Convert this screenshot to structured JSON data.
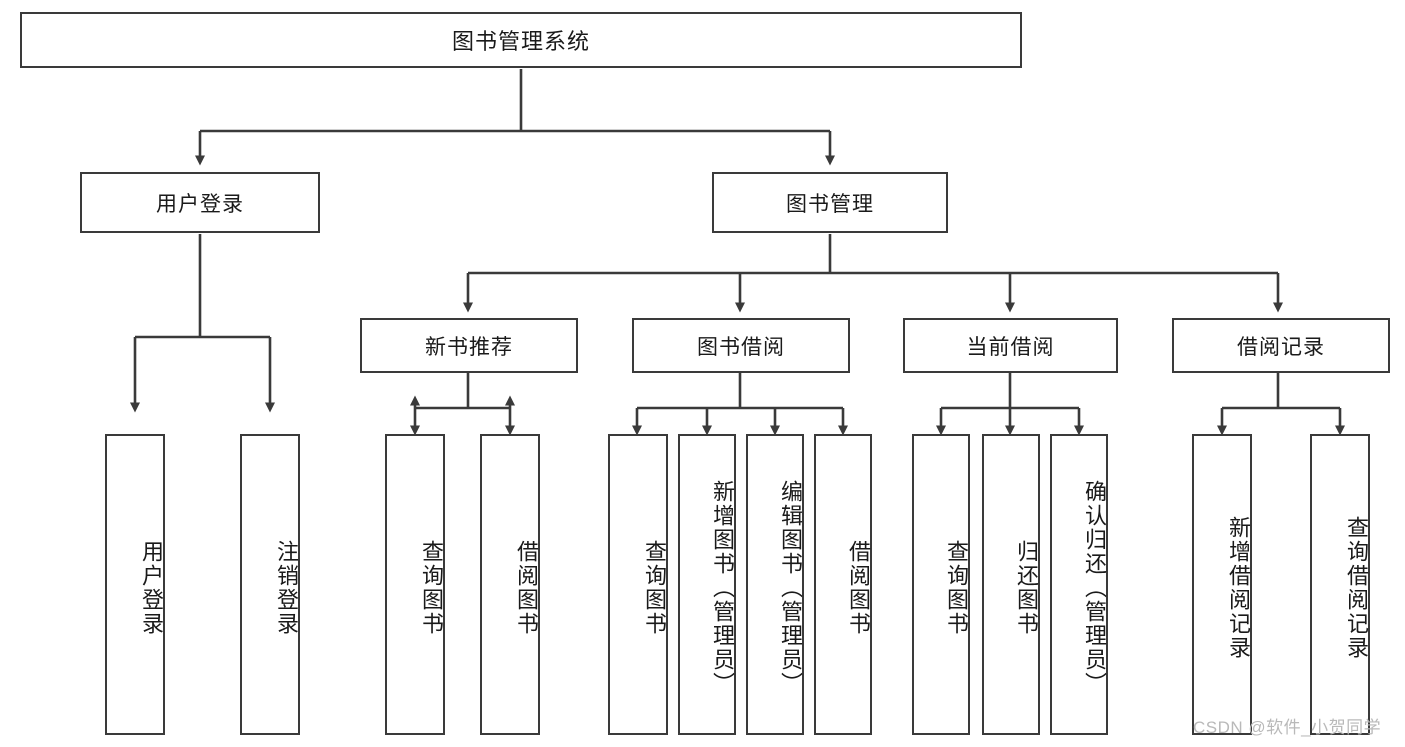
{
  "diagram": {
    "title": "图书管理系统",
    "type": "tree",
    "root": {
      "label": "图书管理系统"
    },
    "level1": [
      {
        "label": "用户登录"
      },
      {
        "label": "图书管理"
      }
    ],
    "level2": [
      {
        "label": "新书推荐"
      },
      {
        "label": "图书借阅"
      },
      {
        "label": "当前借阅"
      },
      {
        "label": "借阅记录"
      }
    ],
    "leaves": {
      "user_login": [
        {
          "label": "用户登录"
        },
        {
          "label": "注销登录"
        }
      ],
      "new_book_recommend": [
        {
          "label": "查询图书"
        },
        {
          "label": "借阅图书"
        }
      ],
      "book_borrow": [
        {
          "label": "查询图书"
        },
        {
          "label": "新增图书（管理员）"
        },
        {
          "label": "编辑图书（管理员）"
        },
        {
          "label": "借阅图书"
        }
      ],
      "current_borrow": [
        {
          "label": "查询图书"
        },
        {
          "label": "归还图书"
        },
        {
          "label": "确认归还（管理员）"
        }
      ],
      "borrow_record": [
        {
          "label": "新增借阅记录"
        },
        {
          "label": "查询借阅记录"
        }
      ]
    }
  },
  "watermark": {
    "text": "CSDN @软件_小贺同学"
  },
  "colors": {
    "stroke": "#3a3a3a",
    "background": "#ffffff",
    "text": "#1a1a1a",
    "watermark": "#b9b9b9"
  }
}
